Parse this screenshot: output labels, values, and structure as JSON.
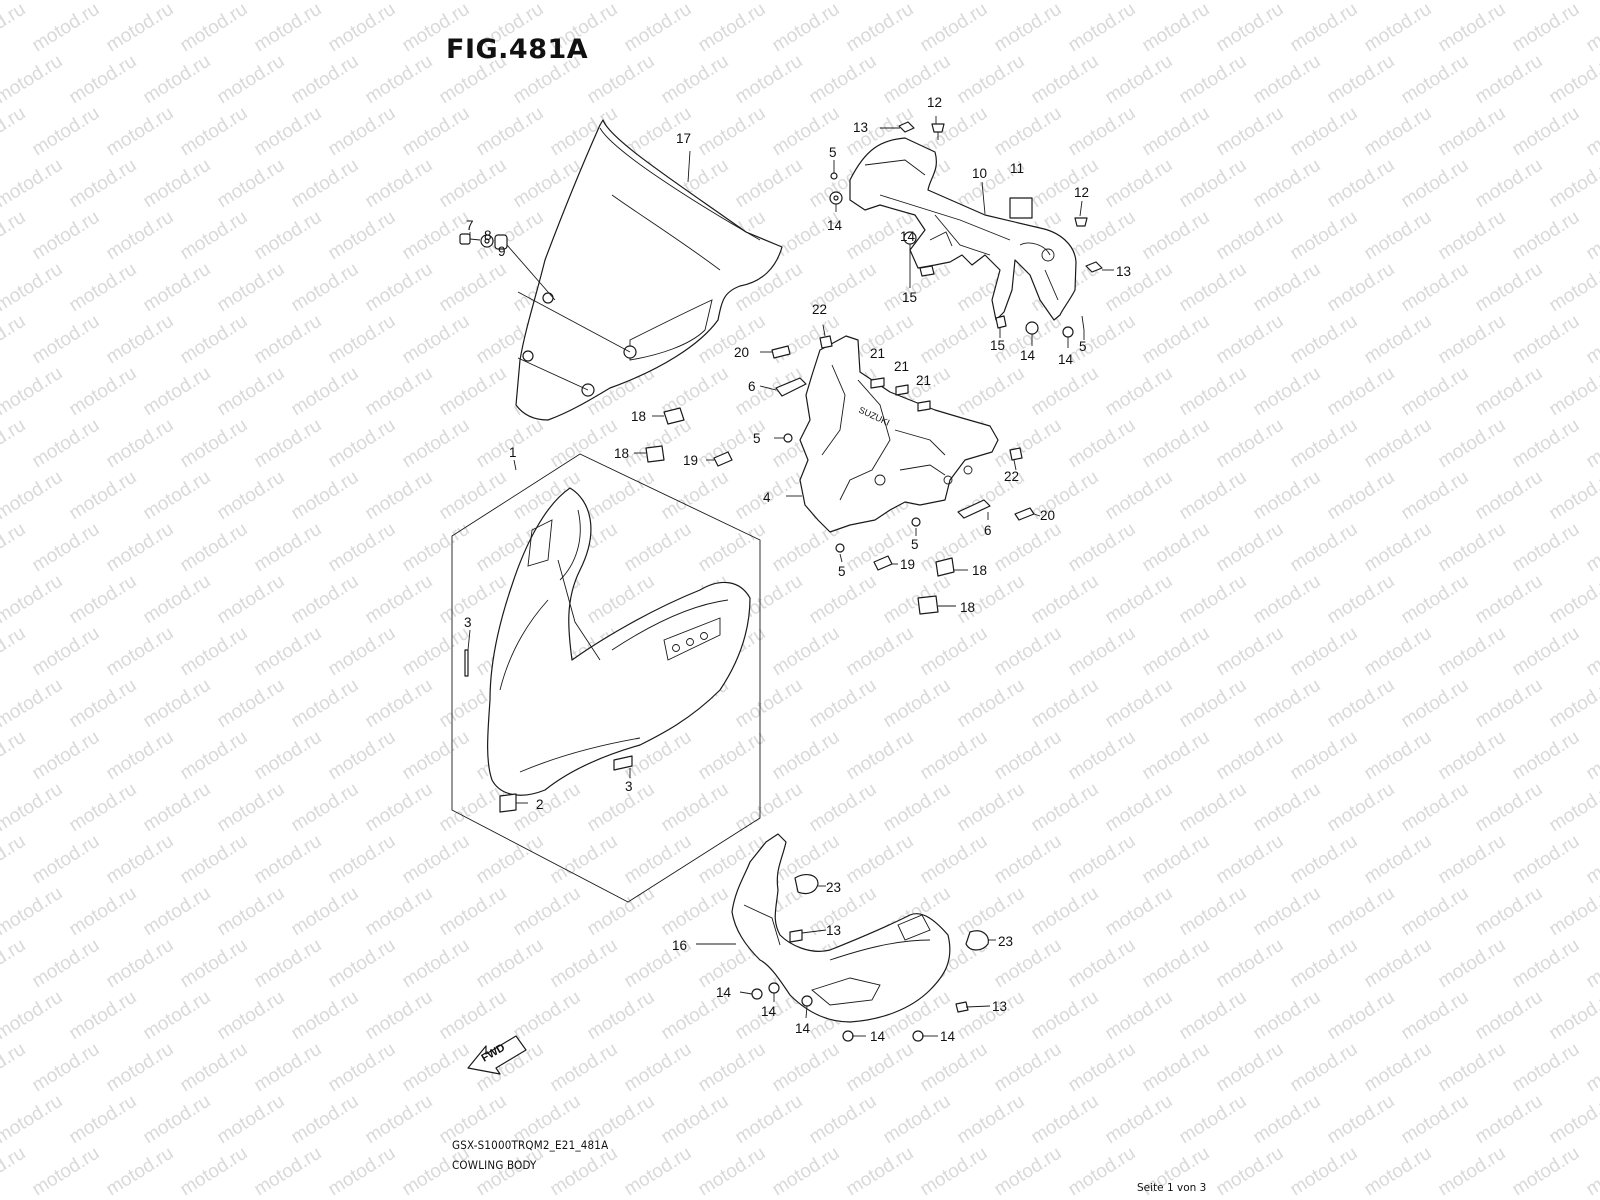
{
  "figure": {
    "title": "FIG.481A",
    "model_code": "GSX-S1000TRQM2_E21_481A",
    "group_name": "COWLING BODY",
    "page_label": "Seite 1 von 3",
    "watermark_text": "motod.ru",
    "fwd_label": "FWD",
    "brand_mark": "SUZUKI"
  },
  "callouts": [
    {
      "id": "c17",
      "text": "17"
    },
    {
      "id": "c7",
      "text": "7"
    },
    {
      "id": "c8",
      "text": "8"
    },
    {
      "id": "c9",
      "text": "9"
    },
    {
      "id": "c12a",
      "text": "12"
    },
    {
      "id": "c13a",
      "text": "13"
    },
    {
      "id": "c5a",
      "text": "5"
    },
    {
      "id": "c10",
      "text": "10"
    },
    {
      "id": "c11",
      "text": "11"
    },
    {
      "id": "c12b",
      "text": "12"
    },
    {
      "id": "c14a",
      "text": "14"
    },
    {
      "id": "c14b",
      "text": "14"
    },
    {
      "id": "c15a",
      "text": "15"
    },
    {
      "id": "c13b",
      "text": "13"
    },
    {
      "id": "c15b",
      "text": "15"
    },
    {
      "id": "c14c",
      "text": "14"
    },
    {
      "id": "c14d",
      "text": "14"
    },
    {
      "id": "c5b",
      "text": "5"
    },
    {
      "id": "c22a",
      "text": "22"
    },
    {
      "id": "c20a",
      "text": "20"
    },
    {
      "id": "c21a",
      "text": "21"
    },
    {
      "id": "c21b",
      "text": "21"
    },
    {
      "id": "c21c",
      "text": "21"
    },
    {
      "id": "c6a",
      "text": "6"
    },
    {
      "id": "c18a",
      "text": "18"
    },
    {
      "id": "c5c",
      "text": "5"
    },
    {
      "id": "c18b",
      "text": "18"
    },
    {
      "id": "c19a",
      "text": "19"
    },
    {
      "id": "c22b",
      "text": "22"
    },
    {
      "id": "c4",
      "text": "4"
    },
    {
      "id": "c6b",
      "text": "6"
    },
    {
      "id": "c20b",
      "text": "20"
    },
    {
      "id": "c5d",
      "text": "5"
    },
    {
      "id": "c5e",
      "text": "5"
    },
    {
      "id": "c19b",
      "text": "19"
    },
    {
      "id": "c18c",
      "text": "18"
    },
    {
      "id": "c18d",
      "text": "18"
    },
    {
      "id": "c1",
      "text": "1"
    },
    {
      "id": "c3a",
      "text": "3"
    },
    {
      "id": "c3b",
      "text": "3"
    },
    {
      "id": "c2",
      "text": "2"
    },
    {
      "id": "c23a",
      "text": "23"
    },
    {
      "id": "c13c",
      "text": "13"
    },
    {
      "id": "c23b",
      "text": "23"
    },
    {
      "id": "c16",
      "text": "16"
    },
    {
      "id": "c14e",
      "text": "14"
    },
    {
      "id": "c14f",
      "text": "14"
    },
    {
      "id": "c13d",
      "text": "13"
    },
    {
      "id": "c14g",
      "text": "14"
    },
    {
      "id": "c14h",
      "text": "14"
    },
    {
      "id": "c14i",
      "text": "14"
    }
  ]
}
